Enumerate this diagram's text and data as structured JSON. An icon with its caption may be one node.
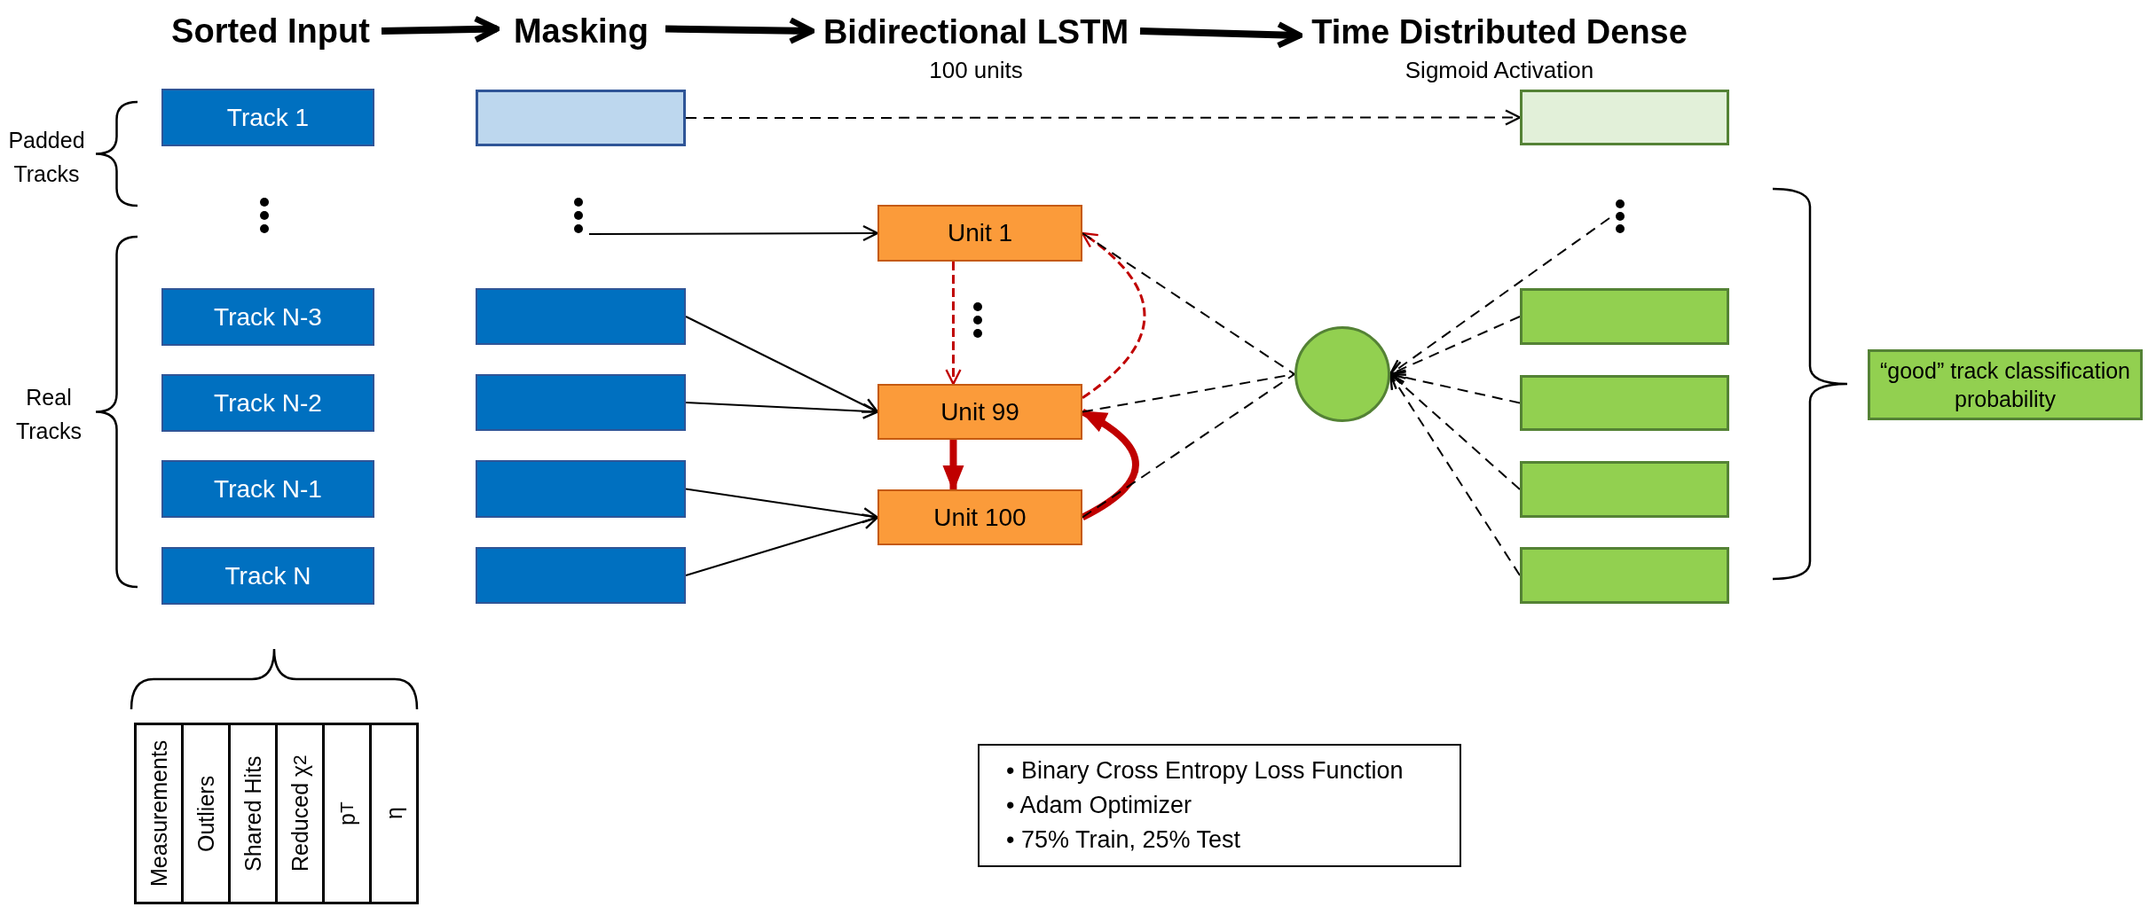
{
  "diagram": {
    "nodes": [
      {
        "text": [
          "Sorted Input"
        ]
      },
      {
        "text": [
          "Masking"
        ]
      },
      {
        "text": [
          "Bidirectional LSTM",
          "100 units"
        ]
      },
      {
        "text": [
          "Time Distributed Dense",
          "Sigmoid Activation"
        ]
      },
      {
        "text": [
          "Track 1"
        ]
      },
      {
        "text": [],
        "shape": "box"
      },
      {
        "text": [],
        "shape": "box"
      },
      {
        "text": [],
        "shape": "dots"
      },
      {
        "text": [
          "Unit 1"
        ]
      },
      {
        "text": [],
        "shape": "dots"
      },
      {
        "text": [
          "Track N-3"
        ]
      },
      {
        "text": [],
        "shape": "box"
      },
      {
        "text": [],
        "shape": "box"
      },
      {
        "text": [
          "Track N-2"
        ]
      },
      {
        "text": [],
        "shape": "box"
      },
      {
        "text": [
          "Unit 99"
        ]
      },
      {
        "text": [],
        "shape": "circle"
      },
      {
        "text": [],
        "shape": "box"
      },
      {
        "text": [
          "“good” track classification probability"
        ]
      },
      {
        "text": [
          "Track N-1"
        ]
      },
      {
        "text": [],
        "shape": "box"
      },
      {
        "text": [
          "Unit 100"
        ]
      },
      {
        "text": [],
        "shape": "box"
      },
      {
        "text": [
          "Track N"
        ]
      },
      {
        "text": [],
        "shape": "box"
      },
      {
        "text": [],
        "shape": "box"
      },
      {
        "text": [
          "• Binary Cross Entropy Loss Function",
          "• Adam Optimizer",
          "• 75% Train, 25% Test"
        ]
      }
    ],
    "edges": [
      {
        "from": 0,
        "to": 1,
        "arrow": "to",
        "style": "thick"
      },
      {
        "from": 1,
        "to": 2,
        "arrow": "to",
        "style": "thick"
      },
      {
        "from": 2,
        "to": 3,
        "arrow": "to",
        "style": "thick"
      },
      {
        "from": 5,
        "to": 6,
        "arrow": "to",
        "style": "dashed"
      },
      {
        "from": 7,
        "to": 8,
        "arrow": "to"
      },
      {
        "from": 11,
        "to": 15,
        "arrow": "to"
      },
      {
        "from": 14,
        "to": 15,
        "arrow": "to"
      },
      {
        "from": 20,
        "to": 21,
        "arrow": "to"
      },
      {
        "from": 24,
        "to": 21,
        "arrow": "to"
      },
      {
        "from": 8,
        "to": 15,
        "arrow": "to",
        "style": "dashed",
        "color": "#c00000"
      },
      {
        "from": 15,
        "to": 21,
        "arrow": "to",
        "style": "thick",
        "color": "#c00000"
      },
      {
        "from": 21,
        "to": 15,
        "arrow": "to",
        "style": "thick",
        "color": "#c00000"
      },
      {
        "from": 15,
        "to": 8,
        "arrow": "to",
        "style": "dashed",
        "color": "#c00000"
      },
      {
        "from": 8,
        "to": 16,
        "arrow": "none",
        "style": "dashed"
      },
      {
        "from": 15,
        "to": 16,
        "arrow": "none",
        "style": "dashed"
      },
      {
        "from": 21,
        "to": 16,
        "arrow": "none",
        "style": "dashed"
      },
      {
        "from": 9,
        "to": 16,
        "arrow": "to",
        "style": "dashed"
      },
      {
        "from": 12,
        "to": 16,
        "arrow": "to",
        "style": "dashed"
      },
      {
        "from": 17,
        "to": 16,
        "arrow": "to",
        "style": "dashed"
      },
      {
        "from": 22,
        "to": 16,
        "arrow": "to",
        "style": "dashed"
      },
      {
        "from": 25,
        "to": 16,
        "arrow": "to",
        "style": "dashed"
      }
    ],
    "labels": [
      "Padded Tracks",
      "Real Tracks",
      "Measurements",
      "Outliers",
      "Shared Hits",
      "Reduced χ$^{2}$",
      "p$_{T}$",
      "η"
    ]
  }
}
